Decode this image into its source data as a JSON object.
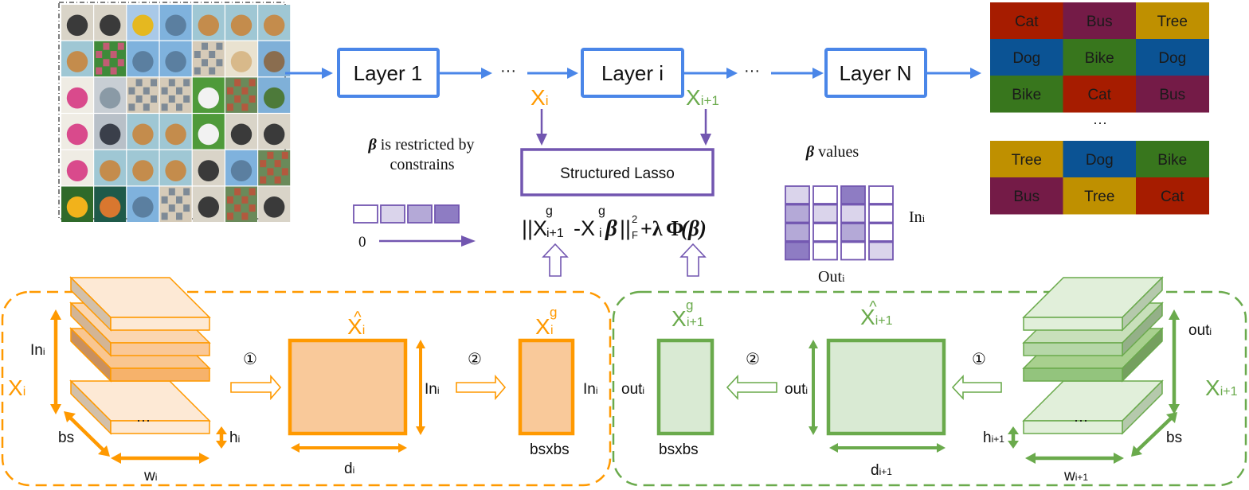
{
  "colors": {
    "pipeline_blue": "#4a86e8",
    "lasso_purple": "#7256b0",
    "orange": "#ff9900",
    "orange_fill": "#f9c99a",
    "green": "#6aaa4c",
    "green_fill": "#d9ead3",
    "label_red": "#a61c00",
    "label_purple": "#741b47",
    "label_gold": "#bf9000",
    "label_blue": "#0b5394",
    "label_green": "#38761d"
  },
  "input_images": {
    "rows": 6,
    "cols": 7,
    "contents": [
      [
        "cat",
        "cat",
        "bus",
        "car",
        "dog",
        "dog",
        "dog"
      ],
      [
        "dog",
        "flowers",
        "car",
        "car",
        "mosaic",
        "van",
        "castle"
      ],
      [
        "bike",
        "truck",
        "mosaic",
        "mosaic",
        "cow",
        "texture",
        "tree"
      ],
      [
        "bike",
        "motorbike",
        "dog",
        "dog",
        "cow",
        "cat",
        "cat"
      ],
      [
        "bike",
        "dog",
        "dog",
        "dog",
        "cat",
        "car",
        "texture"
      ],
      [
        "sunflower",
        "basketball",
        "car",
        "mosaic",
        "cat",
        "texture",
        "cat"
      ]
    ]
  },
  "pipeline": {
    "layers": [
      "Layer 1",
      "Layer i",
      "Layer N"
    ],
    "ellipsis": "···"
  },
  "features": {
    "xi": {
      "base": "X",
      "sub": "i"
    },
    "xi1": {
      "base": "X",
      "sub": "i+1"
    }
  },
  "lasso": {
    "title": "Structured Lasso",
    "formula": {
      "open": "||X",
      "sup1": "g",
      "sub1": "i+1",
      "minus": "-X",
      "sup2": "g",
      "sub2": "i",
      "beta": "β",
      "close": "||",
      "pow": "2",
      "norm": "F",
      "plus": "+λ",
      "phi": "Φ",
      "arg": "(β)"
    }
  },
  "constraint_legend": {
    "line1_beta": "β",
    "line1_rest": " is restricted by",
    "line2": "constrains",
    "start_label": "0",
    "levels": [
      0,
      0.33,
      0.66,
      1.0
    ]
  },
  "beta_matrix": {
    "title_beta": "β",
    "title_rest": " values",
    "row_label": {
      "base": "In",
      "sub": "i"
    },
    "col_label": {
      "base": "Out",
      "sub": "i"
    },
    "values_by_row": [
      [
        0.33,
        0.0,
        1.0,
        0.0
      ],
      [
        0.66,
        0.33,
        0.33,
        0.0
      ],
      [
        0.66,
        0.0,
        0.66,
        0.0
      ],
      [
        1.0,
        0.0,
        0.0,
        0.33
      ]
    ]
  },
  "output_labels": {
    "grid_top": [
      [
        {
          "text": "Cat",
          "color": "#a61c00"
        },
        {
          "text": "Bus",
          "color": "#741b47"
        },
        {
          "text": "Tree",
          "color": "#bf9000"
        }
      ],
      [
        {
          "text": "Dog",
          "color": "#0b5394"
        },
        {
          "text": "Bike",
          "color": "#38761d"
        },
        {
          "text": "Dog",
          "color": "#0b5394"
        }
      ],
      [
        {
          "text": "Bike",
          "color": "#38761d"
        },
        {
          "text": "Cat",
          "color": "#a61c00"
        },
        {
          "text": "Bus",
          "color": "#741b47"
        }
      ]
    ],
    "ellipsis": "···",
    "grid_bottom": [
      [
        {
          "text": "Tree",
          "color": "#bf9000"
        },
        {
          "text": "Dog",
          "color": "#0b5394"
        },
        {
          "text": "Bike",
          "color": "#38761d"
        }
      ],
      [
        {
          "text": "Bus",
          "color": "#741b47"
        },
        {
          "text": "Tree",
          "color": "#bf9000"
        },
        {
          "text": "Cat",
          "color": "#a61c00"
        }
      ]
    ]
  },
  "left_panel": {
    "tensor_label": {
      "base": "X",
      "sub": "i"
    },
    "height_label": {
      "base": "In",
      "sub": "i"
    },
    "bs_label": "bs",
    "w_label": {
      "base": "w",
      "sub": "i"
    },
    "h_label": {
      "base": "h",
      "sub": "i"
    },
    "dots": "···",
    "step1": "①",
    "step2": "②",
    "hat_label": {
      "hat": "^",
      "base": "X",
      "sub": "i"
    },
    "hat_height": {
      "base": "In",
      "sub": "i"
    },
    "hat_width": {
      "base": "d",
      "sub": "i"
    },
    "g_label": {
      "base": "X",
      "sup": "g",
      "sub": "i"
    },
    "g_height": {
      "base": "In",
      "sub": "i"
    },
    "g_width": "bsxbs"
  },
  "right_panel": {
    "tensor_label": {
      "base": "X",
      "sub": "i+1"
    },
    "height_label": {
      "base": "out",
      "sub": "i"
    },
    "bs_label": "bs",
    "w_label": {
      "base": "w",
      "sub": "i+1"
    },
    "h_label": {
      "base": "h",
      "sub": "i+1"
    },
    "dots": "···",
    "step1": "①",
    "step2": "②",
    "hat_label": {
      "hat": "^",
      "base": "X",
      "sub": "i+1"
    },
    "hat_height": {
      "base": "out",
      "sub": "i"
    },
    "hat_width": {
      "base": "d",
      "sub": "i+1"
    },
    "g_label": {
      "base": "X",
      "sup": "g",
      "sub": "i+1"
    },
    "g_height": {
      "base": "out",
      "sub": "i"
    },
    "g_width": "bsxbs"
  }
}
